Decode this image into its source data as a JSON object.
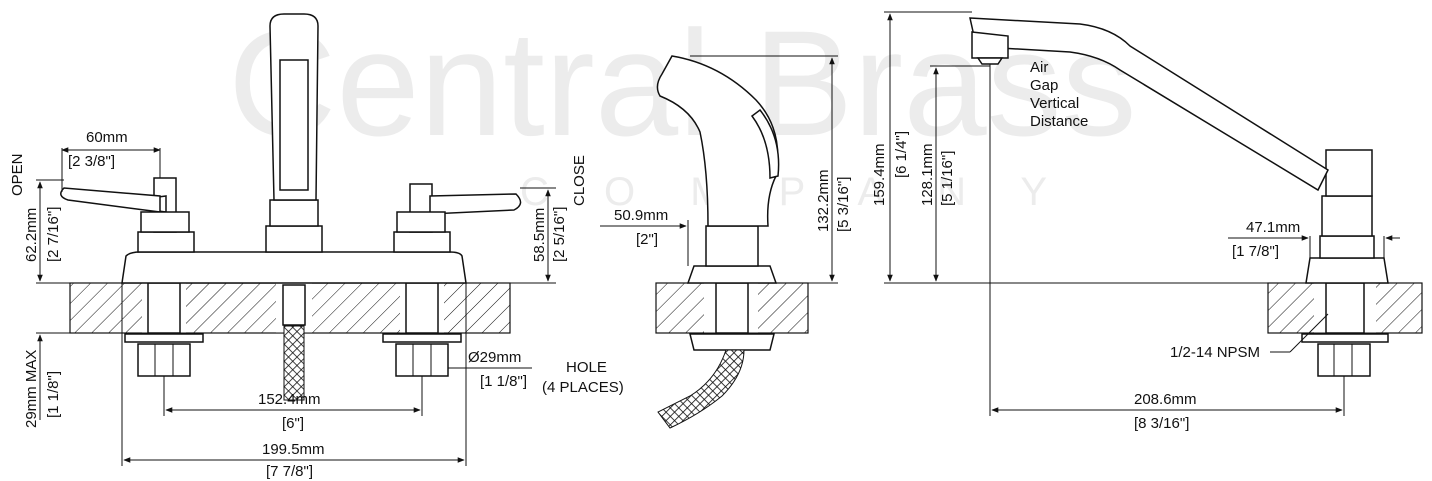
{
  "watermark": {
    "brand": "Central Brass",
    "sub": "C O M P A N Y"
  },
  "dimensions": {
    "handle_spread_mm": "60mm",
    "handle_spread_in": "[2 3/8\"]",
    "open_label": "OPEN",
    "open_height_mm": "62.2mm",
    "open_height_in": "[2 7/16\"]",
    "close_label": "CLOSE",
    "close_height_mm": "58.5mm",
    "close_height_in": "[2 5/16\"]",
    "max_deck_mm": "29mm MAX",
    "max_deck_in": "[1 1/8\"]",
    "centers_mm": "152.4mm",
    "centers_in": "[6\"]",
    "overall_mm": "199.5mm",
    "overall_in": "[7 7/8\"]",
    "hole_dia_mm": "Ø29mm",
    "hole_dia_in": "[1 1/8\"]",
    "hole_label": "HOLE",
    "hole_places": "(4 PLACES)",
    "spray_base_mm": "50.9mm",
    "spray_base_in": "[2\"]",
    "spray_height_mm": "132.2mm",
    "spray_height_in": "[5 3/16\"]",
    "spout_height_mm": "159.4mm",
    "spout_height_in": "[6 1/4\"]",
    "air_gap_mm": "128.1mm",
    "air_gap_in": "[5 1/16\"]",
    "air_gap_l1": "Air",
    "air_gap_l2": "Gap",
    "air_gap_l3": "Vertical",
    "air_gap_l4": "Distance",
    "base_dia_mm": "47.1mm",
    "base_dia_in": "[1 7/8\"]",
    "thread": "1/2-14 NPSM",
    "reach_mm": "208.6mm",
    "reach_in": "[8 3/16\"]"
  }
}
